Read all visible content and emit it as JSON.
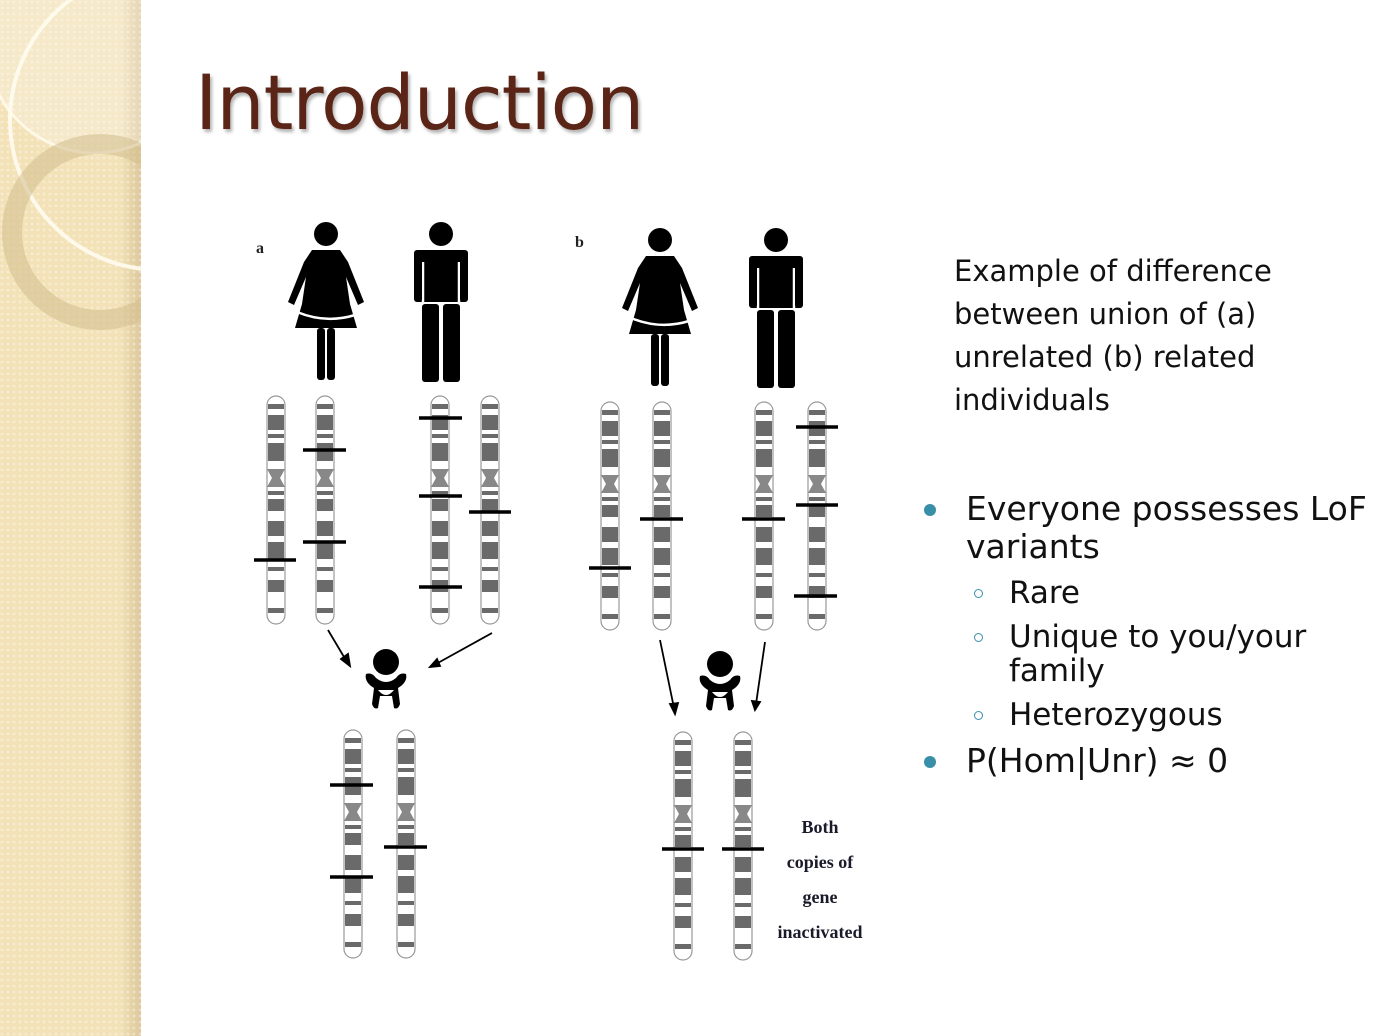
{
  "slide": {
    "title": "Introduction",
    "figure": {
      "panel_a_label": "a",
      "panel_b_label": "b",
      "annotation_lines": [
        "Both",
        "copies of",
        "gene",
        "inactivated"
      ]
    },
    "caption": "Example of difference between union of (a) unrelated (b) related individuals",
    "bullets": [
      {
        "text": "Everyone possesses LoF variants",
        "sub": [
          "Rare",
          "Unique to you/your family",
          "Heterozygous"
        ]
      },
      {
        "text": "P(Hom|Unr) ≈ 0",
        "sub": []
      }
    ],
    "colors": {
      "title": "#5a2417",
      "bullet": "#3a8fa8",
      "sidebar": "#f3e2b8"
    }
  }
}
